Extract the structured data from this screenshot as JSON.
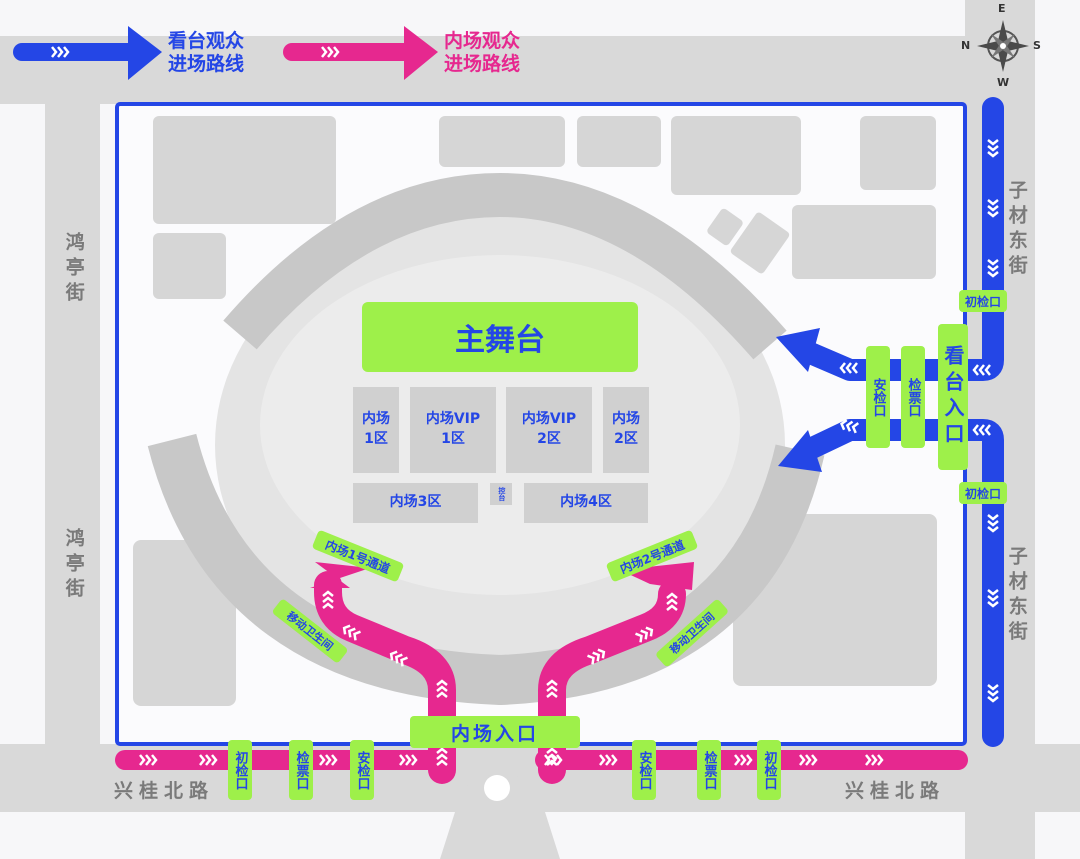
{
  "legend": {
    "stand_route": {
      "line1": "看台观众",
      "line2": "进场路线",
      "color": "#2446e6"
    },
    "infield_route": {
      "line1": "内场观众",
      "line2": "进场路线",
      "color": "#e6288f"
    }
  },
  "compass": {
    "n": "N",
    "e": "E",
    "s": "S",
    "w": "W"
  },
  "streets": {
    "left_top": "鸿亭街",
    "left_bottom": "鸿亭街",
    "right_top": "子材东街",
    "right_bottom": "子材东街",
    "bottom_left": "兴桂北路",
    "bottom_right": "兴桂北路"
  },
  "stage": "主舞台",
  "sections": {
    "s1": "内场\n1区",
    "vip1": "内场VIP\n1区",
    "vip2": "内场VIP\n2区",
    "s2": "内场\n2区",
    "s3": "内场3区",
    "console": "控台",
    "s4": "内场4区"
  },
  "labels": {
    "passage1": "内场1号通道",
    "passage2": "内场2号通道",
    "toilet_left": "移动卫生间",
    "toilet_right": "移动卫生间",
    "infield_entrance": "内场入口",
    "stand_entrance": "看台入口",
    "security": "安检口",
    "ticket": "检票口",
    "initial_check": "初检口"
  },
  "colors": {
    "blue": "#2446e6",
    "pink": "#e6288f",
    "green": "#9ef04a",
    "road": "#d9d9d9"
  }
}
